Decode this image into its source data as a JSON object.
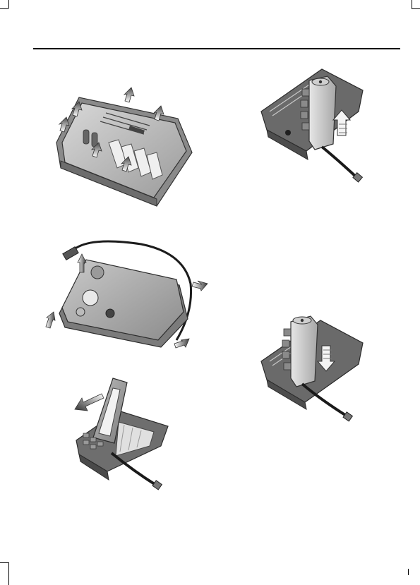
{
  "page": {
    "header_text": "",
    "page_number": ""
  },
  "figures": [
    {
      "name": "compressor-cover-removal",
      "arrows": "up",
      "shade": "#b9b9b9"
    },
    {
      "name": "sealant-bottle-lift",
      "arrows": "up",
      "shade": "#7a7a7a"
    },
    {
      "name": "compressor-hose-unwind",
      "arrows": "around",
      "shade": "#a9a9a9"
    },
    {
      "name": "sealant-bottle-insert",
      "arrows": "down",
      "shade": "#7a7a7a"
    },
    {
      "name": "bottle-holder-tilt",
      "arrows": "tilt",
      "shade": "#8d8d8d"
    }
  ]
}
